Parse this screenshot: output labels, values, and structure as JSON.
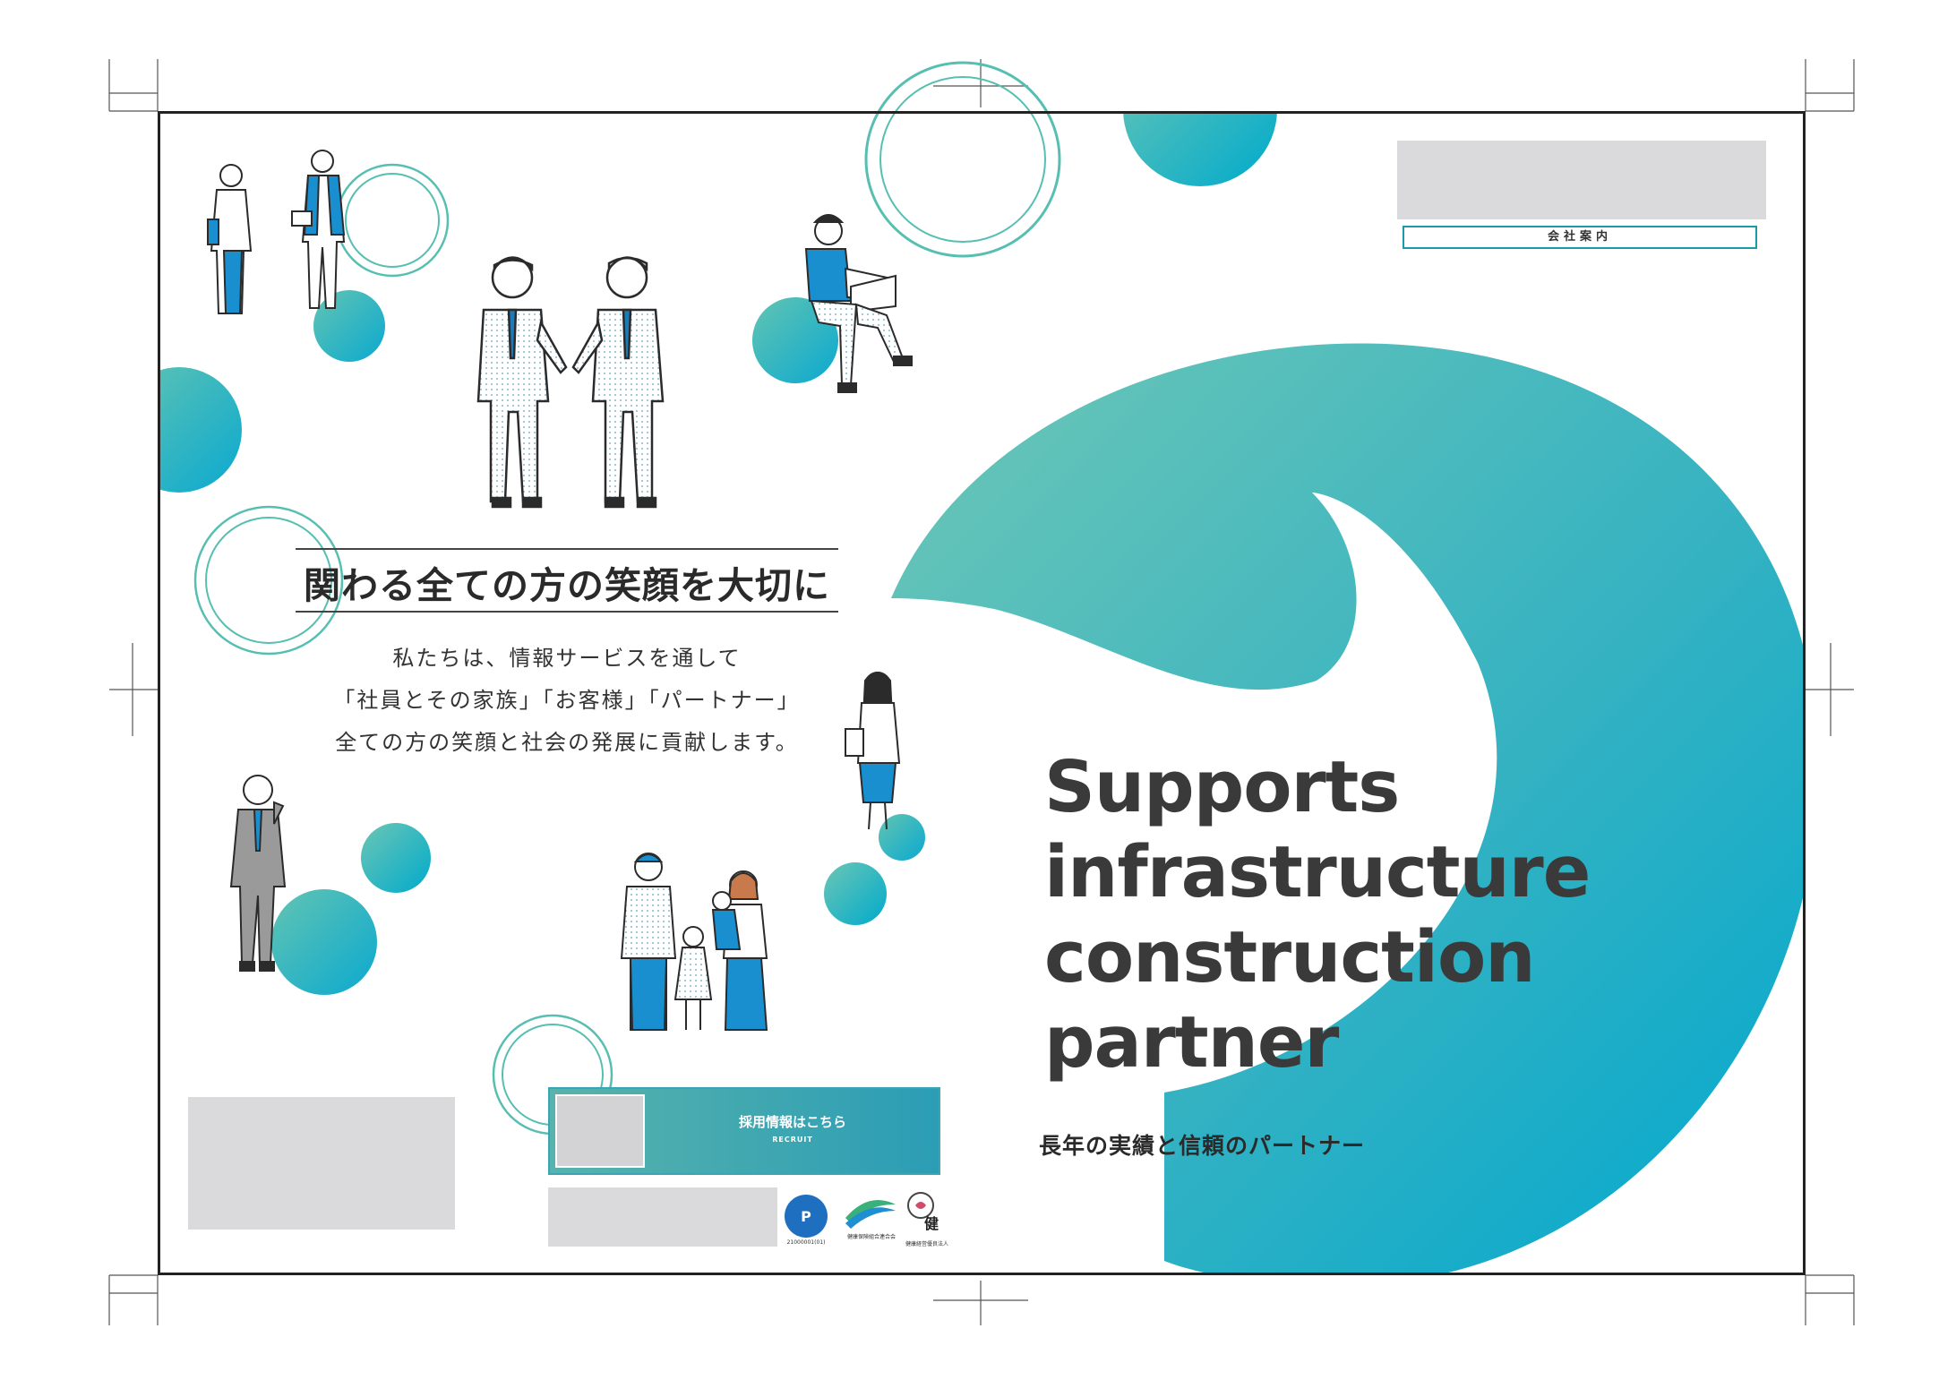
{
  "cover": {
    "headline": "関わる全ての方の笑顔を大切に",
    "body": [
      "私たちは、情報サービスを通して",
      "「社員とその家族」「お客様」「パートナー」",
      "全ての方の笑顔と社会の発展に貢献します。"
    ],
    "english_title": [
      "Supports",
      "infrastructure",
      "construction",
      "partner"
    ],
    "subtitle": "長年の実績と信頼のパートナー",
    "company_label": "会社案内",
    "recruit": {
      "title": "採用情報はこちら",
      "subtitle": "RECRUIT"
    },
    "certifications": [
      {
        "icon": "privacy-mark-icon",
        "caption": "21000001(01)"
      },
      {
        "icon": "health-insurance-logo-icon",
        "caption": "健康保険組合連合会"
      },
      {
        "icon": "health-management-icon",
        "caption": "健康経営優良法人"
      }
    ]
  },
  "colors": {
    "accent_teal": "#1fa6b8",
    "accent_green": "#6cc4b4",
    "frame": "#222222",
    "placeholder_grey": "#dadadc",
    "text_dark": "#3a3a3a"
  }
}
